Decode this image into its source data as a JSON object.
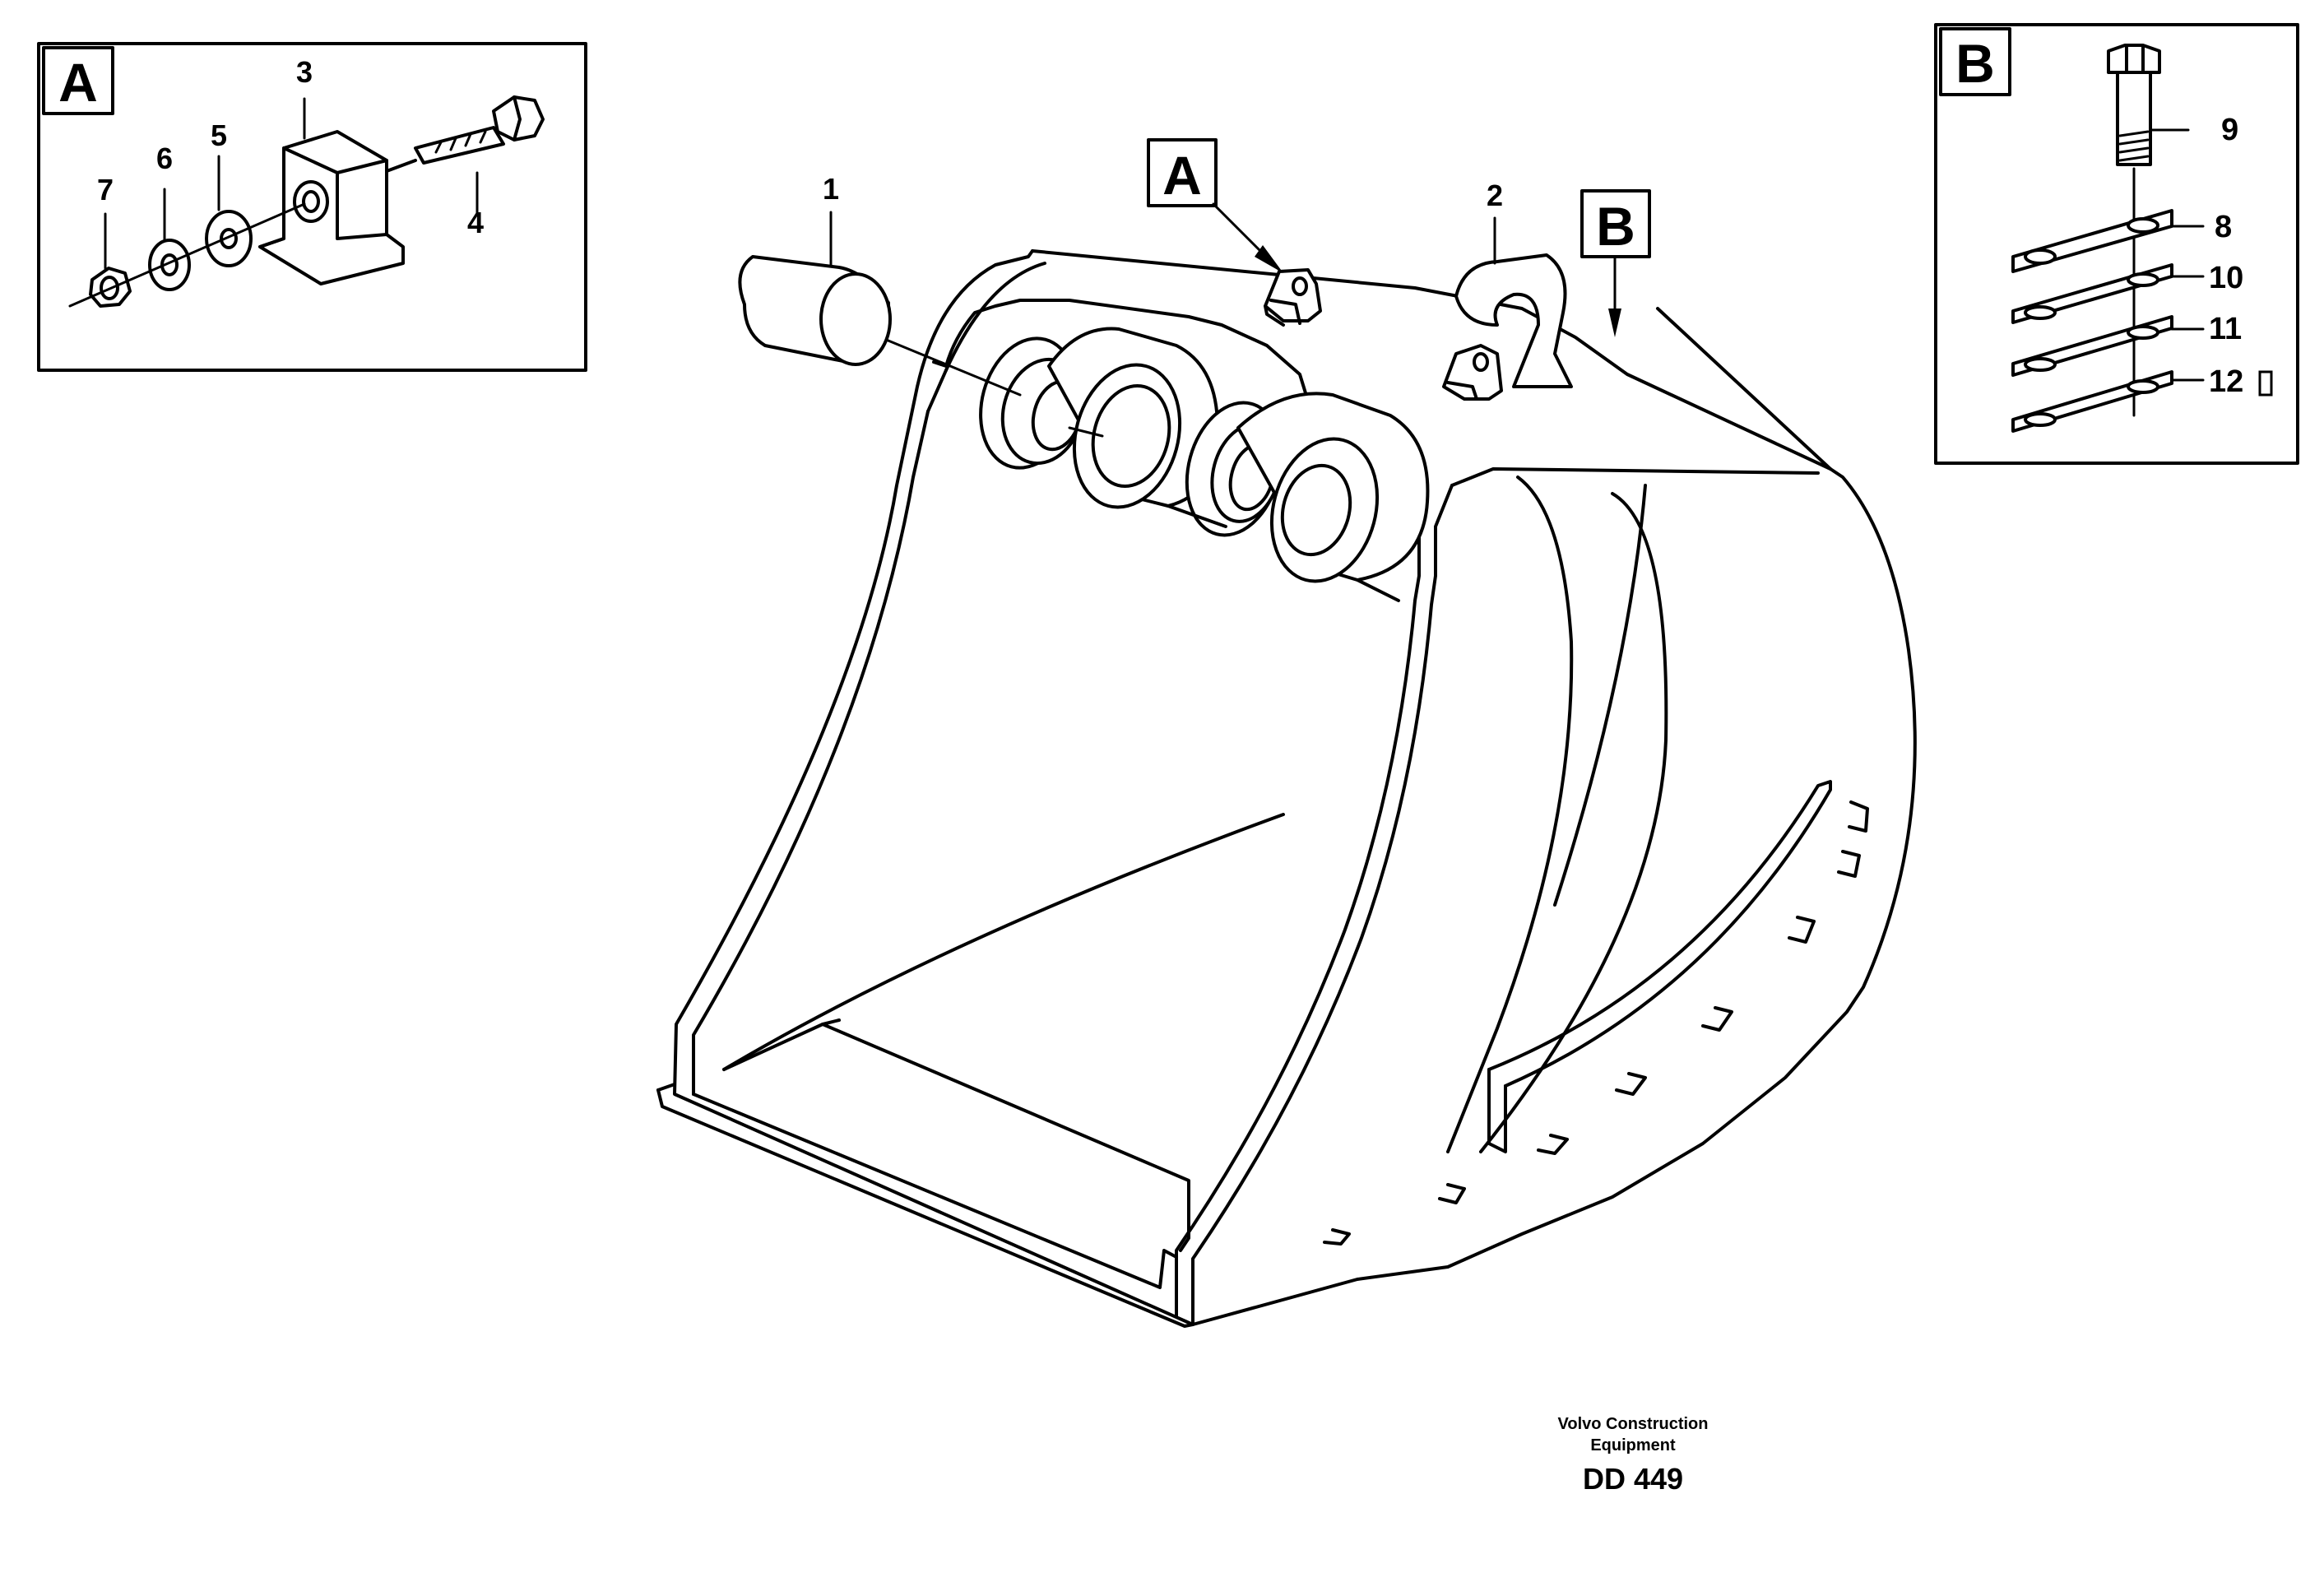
{
  "detail_a": {
    "letter": "A"
  },
  "detail_b": {
    "letter": "B"
  },
  "callouts": {
    "a": "A",
    "b": "B"
  },
  "part_labels": {
    "p1": "1",
    "p2": "2",
    "p3": "3",
    "p4": "4",
    "p5": "5",
    "p6": "6",
    "p7": "7",
    "p8": "8",
    "p9": "9",
    "p10": "10",
    "p11": "11",
    "p12": "12"
  },
  "footer": {
    "company_line1": "Volvo Construction",
    "company_line2": "Equipment",
    "drawing_number": "DD 449"
  }
}
